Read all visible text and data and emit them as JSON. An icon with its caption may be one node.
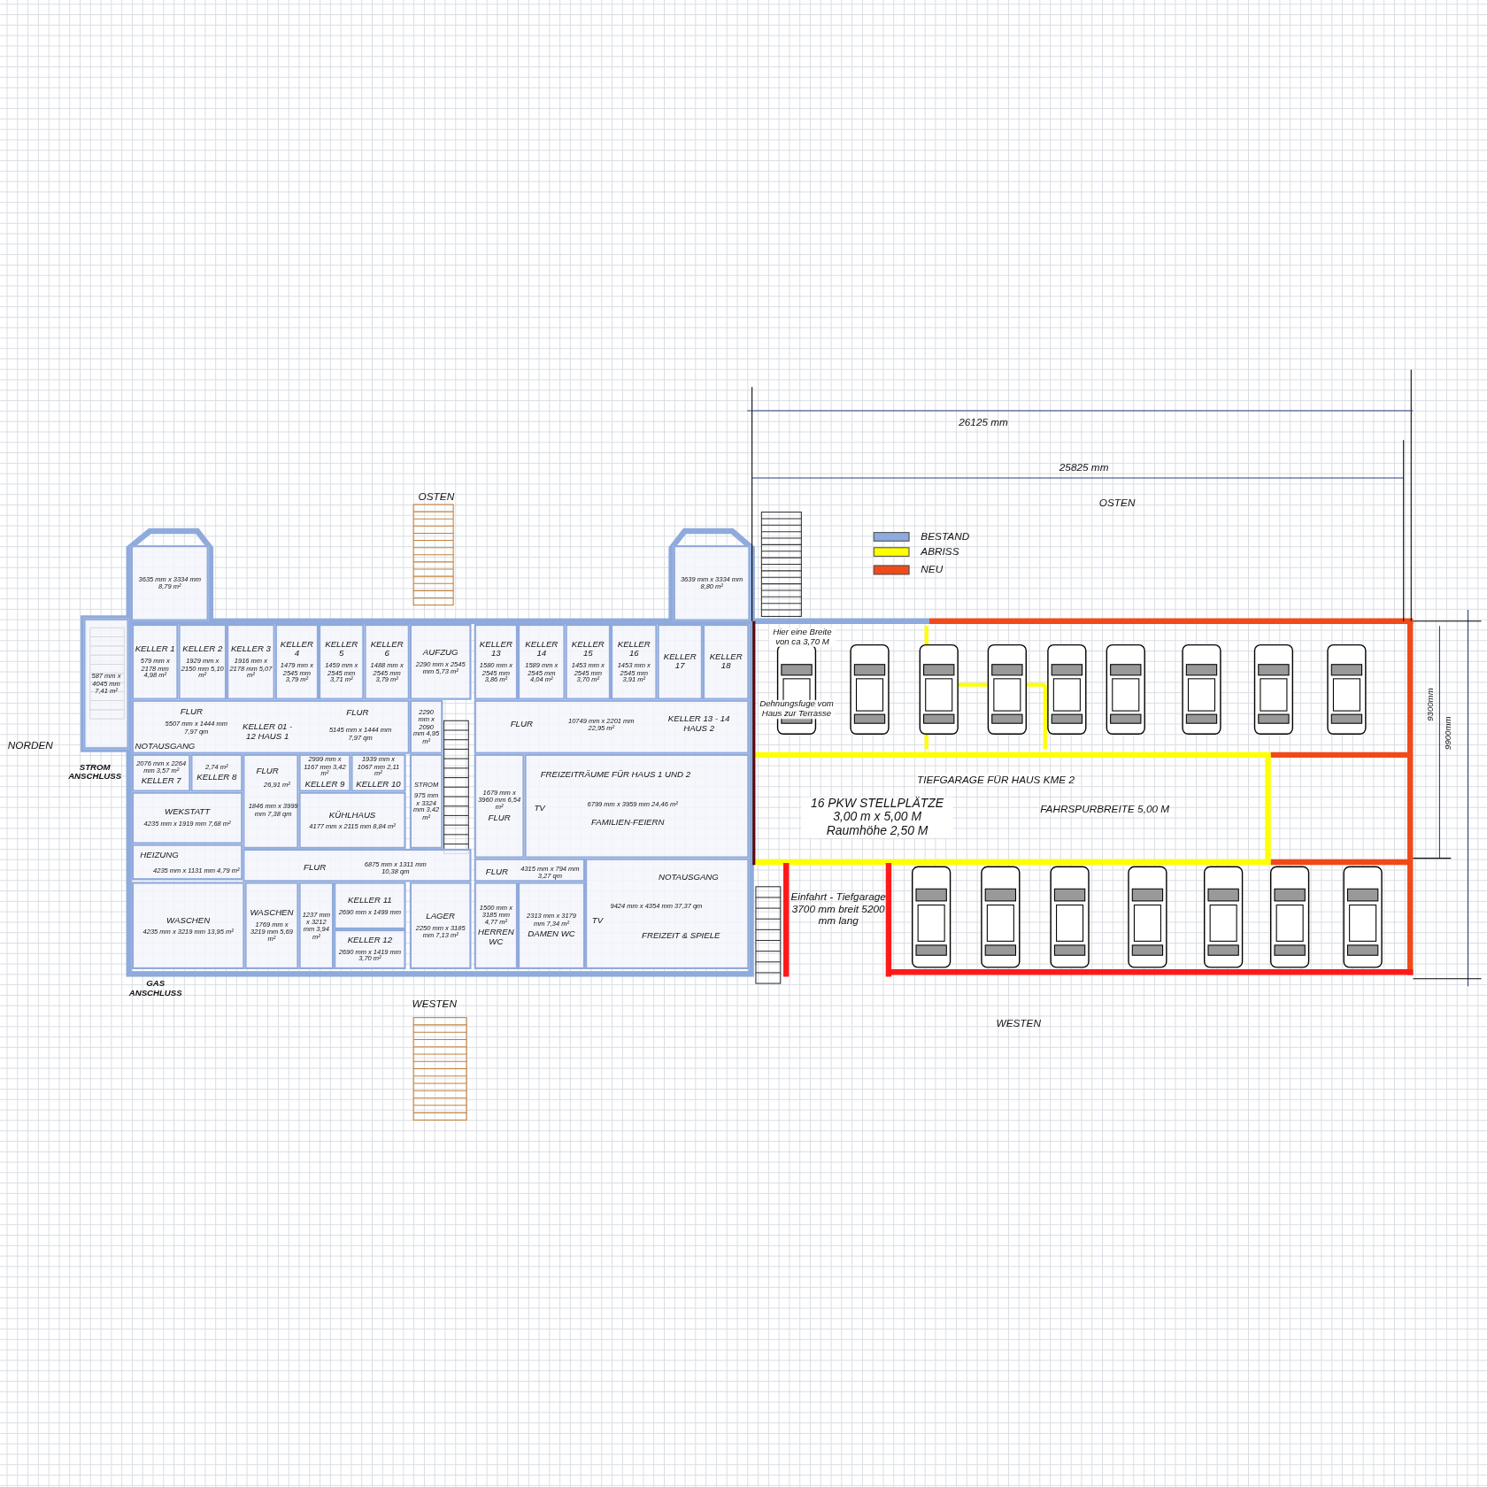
{
  "diagram": {
    "nodes": [
      {
        "text": [
          "587 mm x 4045 mm 7,41 m²"
        ]
      },
      {
        "text": [
          "3635 mm x 3334 mm 8,79 m²"
        ]
      },
      {
        "text": [
          "3639 mm x 3334 mm 8,80 m²"
        ]
      },
      {
        "text": [
          "KELLER 1",
          "579 mm x 2178 mm 4,98 m²"
        ]
      },
      {
        "text": [
          "KELLER 2",
          "1929 mm x 2150 mm 5,10 m²"
        ]
      },
      {
        "text": [
          "KELLER 3",
          "1916 mm x 2178 mm 5,07 m²"
        ]
      },
      {
        "text": [
          "KELLER 4",
          "1479 mm x 2545 mm 3,79 m²"
        ]
      },
      {
        "text": [
          "KELLER 5",
          "1459 mm x 2545 mm 3,71 m²"
        ]
      },
      {
        "text": [
          "KELLER 6",
          "1488 mm x 2545 mm 3,79 m²"
        ]
      },
      {
        "text": [
          "AUFZUG",
          "2290 mm x 2545 mm 5,73 m²"
        ]
      },
      {
        "text": [
          "KELLER 13",
          "1580 mm x 2545 mm 3,86 m²"
        ]
      },
      {
        "text": [
          "KELLER 14",
          "1589 mm x 2545 mm 4,04 m²"
        ]
      },
      {
        "text": [
          "KELLER 15",
          "1453 mm x 2545 mm 3,70 m²"
        ]
      },
      {
        "text": [
          "KELLER 16",
          "1453 mm x 2545 mm 3,91 m²"
        ]
      },
      {
        "text": [
          "KELLER 17"
        ]
      },
      {
        "text": [
          "KELLER 18"
        ]
      },
      {
        "text": [
          "NOTAUSGANG",
          "FLUR",
          "5507 mm x 1444 mm 7,97 qm",
          "KELLER 01 - 12 HAUS 1",
          "FLUR",
          "5145 mm x 1444 mm 7,97 qm"
        ]
      },
      {
        "text": [
          "2290 mm x 2090 mm 4,95 m²"
        ]
      },
      {
        "text": [
          "FLUR",
          "10749 mm x 2201 mm 22,95 m²",
          "KELLER 13 - 14 HAUS 2"
        ]
      },
      {
        "text": [
          "2076 mm x 2264 mm 3,57 m²",
          "KELLER 7"
        ]
      },
      {
        "text": [
          "2,74 m²",
          "KELLER 8"
        ]
      },
      {
        "text": [
          "FLUR",
          "26,91 m²",
          "1846 mm x 3999 mm 7,38 qm"
        ]
      },
      {
        "text": [
          "2999 mm x 1167 mm 3,42 m²",
          "KELLER 9"
        ]
      },
      {
        "text": [
          "1939 mm x 1067 mm 2,11 m²",
          "KELLER 10"
        ]
      },
      {
        "text": [
          "KÜHLHAUS",
          "4177 mm x 2115 mm 8,84 m²"
        ]
      },
      {
        "text": [
          "STROM",
          "975 mm x 3324 mm 3,42 m²"
        ]
      },
      {
        "text": [
          "WEKSTATT",
          "4235 mm x 1919 mm 7,68 m²"
        ]
      },
      {
        "text": [
          "HEIZUNG",
          "4235 mm x 1131 mm 4,79 m²"
        ]
      },
      {
        "text": [
          "FLUR",
          "6875 mm x 1311 mm 10,38 qm"
        ]
      },
      {
        "text": [
          "1679 mm x 3960 mm 6,54 m²",
          "FLUR"
        ]
      },
      {
        "text": [
          "FREIZEITRÄUME FÜR HAUS 1 UND 2",
          "TV",
          "6799 mm x 3959 mm 24,46 m²",
          "FAMILIEN-FEIERN"
        ]
      },
      {
        "text": [
          "FLUR",
          "4315 mm x 794 mm 3,27 qm"
        ]
      },
      {
        "text": [
          "WASCHEN",
          "4235 mm x 3219 mm 13,95 m²"
        ]
      },
      {
        "text": [
          "WASCHEN",
          "1769 mm x 3219 mm 5,69 m²"
        ]
      },
      {
        "text": [
          "1237 mm x 3212 mm 3,94 m²"
        ]
      },
      {
        "text": [
          "KELLER 11",
          "2690 mm x 1499 mm"
        ]
      },
      {
        "text": [
          "KELLER 12",
          "2690 mm x 1419 mm 3,70 m²"
        ]
      },
      {
        "text": [
          "LAGER",
          "2250 mm x 3185 mm 7,13 m²"
        ]
      },
      {
        "text": [
          "1500 mm x 3185 mm 4,77 m²",
          "HERREN WC"
        ]
      },
      {
        "text": [
          "2313 mm x 3179 mm 7,34 m²",
          "DAMEN WC"
        ]
      },
      {
        "text": [
          "NOTAUSGANG",
          "TV",
          "9424 mm x 4354 mm 37,37 qm",
          "FREIZEIT & SPIELE"
        ]
      },
      {
        "text": [
          "Hier eine Breite von ca 3,70 M",
          "Dehnungsfuge vom Haus zur Terrasse"
        ]
      },
      {
        "text": [
          "TIEFGARAGE FÜR HAUS KME 2",
          "16 PKW STELLPLÄTZE 3,00 m x 5,00 M Raumhöhe 2,50 M",
          "FAHRSPURBREITE 5,00 M"
        ]
      }
    ],
    "labels": [
      "26125 mm",
      "25825 mm",
      "OSTEN",
      "OSTEN",
      "NORDEN",
      "STROM ANSCHLUSS",
      "9300mm",
      "9900mm",
      "Einfahrt - Tiefgarage 3700 mm breit 5200 mm lang",
      "GAS ANSCHLUSS",
      "WESTEN",
      "WESTEN"
    ],
    "legend": [
      {
        "text": "BESTAND",
        "color": "#8faadc"
      },
      {
        "text": "ABRISS",
        "color": "#ffff00"
      },
      {
        "text": "NEU",
        "color": "#f04a1a"
      }
    ]
  }
}
